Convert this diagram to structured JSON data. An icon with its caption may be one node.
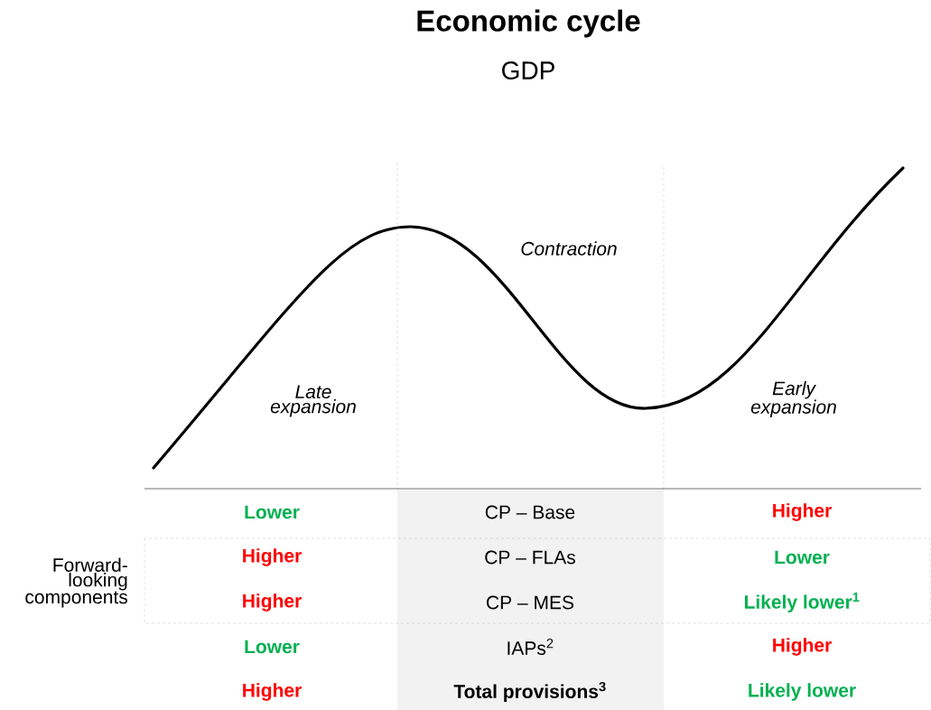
{
  "diagram": {
    "title": "Economic cycle",
    "labels": [
      "GDP",
      "Contraction",
      "Late expansion",
      "Early expansion",
      "Lower",
      "CP – Base",
      "Higher",
      "Forward-looking components",
      "Higher",
      "CP – FLAs",
      "Lower",
      "Higher",
      "CP – MES",
      "Likely lower$^{1}$",
      "Lower",
      "IAPs$^{2}$",
      "Higher",
      "Higher",
      "Total provisions$^{3}$",
      "Likely lower"
    ]
  }
}
